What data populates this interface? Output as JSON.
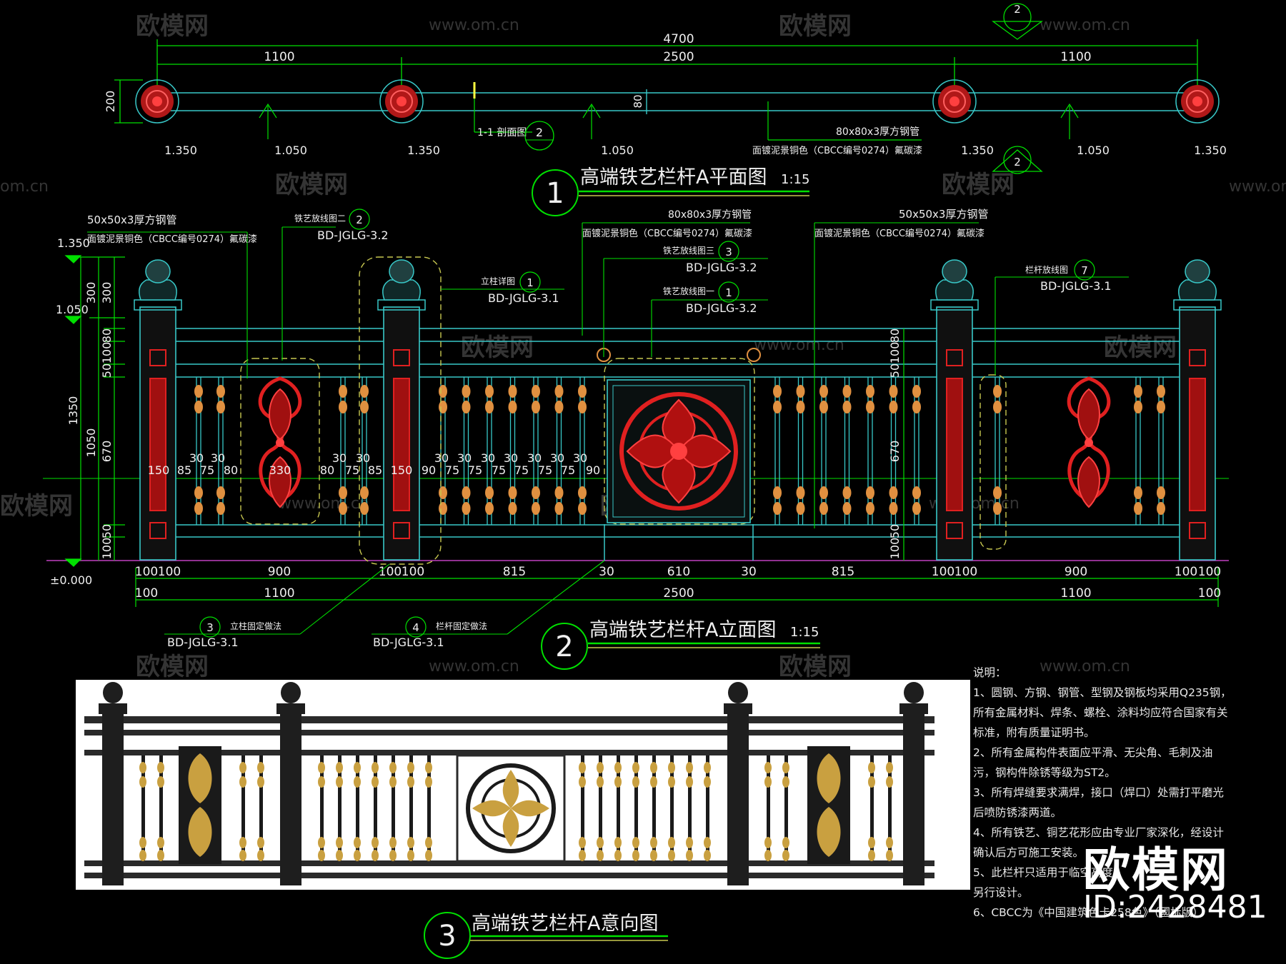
{
  "drawing": {
    "plan": {
      "title": "高端铁艺栏杆A平面图",
      "scale": "1:15",
      "number": "1",
      "dims_total": "4700",
      "dims_parts": [
        "1100",
        "2500",
        "1100"
      ],
      "dim_200": "200",
      "dim_80": "80",
      "section_label": "1-1 剖面图",
      "section_number": "2",
      "tube_label": "80x80x3厚方钢管",
      "paint_label": "面镀泥景铜色（CBCC编号0274）氟碳漆",
      "elevations": [
        "1.350",
        "1.050",
        "1.350",
        "1.050",
        "1.350",
        "1.050",
        "1.350"
      ],
      "marker_top": "2",
      "marker_mid": "2"
    },
    "elevation": {
      "title": "高端铁艺栏杆A立面图",
      "scale": "1:15",
      "number": "2",
      "label_tube50_left": "50x50x3厚方钢管",
      "label_paint_left": "面镀泥景铜色（CBCC编号0274）氟碳漆",
      "label_tube80": "80x80x3厚方钢管",
      "label_paint_mid": "面镀泥景铜色（CBCC编号0274）氟碳漆",
      "label_tube50_right": "50x50x3厚方钢管",
      "label_paint_right": "面镀泥景铜色（CBCC编号0274）氟碳漆",
      "callouts": [
        {
          "text": "铁艺放线图二",
          "num": "2",
          "ref": "BD-JGLG-3.2"
        },
        {
          "text": "立柱详图",
          "num": "1",
          "ref": "BD-JGLG-3.1"
        },
        {
          "text": "铁艺放线图三",
          "num": "3",
          "ref": "BD-JGLG-3.2"
        },
        {
          "text": "铁艺放线图一",
          "num": "1",
          "ref": "BD-JGLG-3.2"
        },
        {
          "text": "栏杆放线图",
          "num": "7",
          "ref": "BD-JGLG-3.1"
        },
        {
          "text": "立柱固定做法",
          "num": "3",
          "ref": "BD-JGLG-3.1"
        },
        {
          "text": "栏杆固定做法",
          "num": "4",
          "ref": "BD-JGLG-3.1"
        }
      ],
      "level_1350": "1.350",
      "level_1050": "1.050",
      "level_0": "±0.000",
      "vdims_left": [
        "1350",
        "1050",
        "300",
        "300",
        "670",
        "80",
        "100",
        "50",
        "100",
        "50"
      ],
      "vdims_right": [
        "100",
        "80",
        "50",
        "670",
        "50",
        "100"
      ],
      "inner_dims_left": [
        "150",
        "85",
        "75",
        "80",
        "30",
        "30",
        "330"
      ],
      "inner_dims_mid": [
        "80",
        "75",
        "85",
        "30",
        "30",
        "150",
        "90",
        "75",
        "75",
        "75",
        "75",
        "75",
        "75",
        "90",
        "30",
        "30",
        "30",
        "30",
        "30",
        "30",
        "30"
      ],
      "bottom_row1": [
        "100",
        "100",
        "900",
        "100",
        "100",
        "815",
        "30",
        "610",
        "30",
        "815",
        "100",
        "100",
        "900",
        "100",
        "100"
      ],
      "bottom_row2": [
        "100",
        "1100",
        "2500",
        "1100",
        "100"
      ]
    },
    "render": {
      "title": "高端铁艺栏杆A意向图",
      "number": "3"
    }
  },
  "notes": {
    "heading": "说明：",
    "items": [
      "1、圆钢、方钢、钢管、型钢及钢板均采用Q235钢，所有金属材料、焊条、螺栓、涂料均应符合国家有关标准，附有质量证明书。",
      "2、所有金属构件表面应平滑、无尖角、毛刺及油污，钢构件除锈等级为ST2。",
      "3、所有焊缝要求满焊，接口（焊口）处需打平磨光后喷防锈漆两道。",
      "4、所有铁艺、铜艺花形应由专业厂家深化，经设计确认后方可施工安装。",
      "5、此栏杆只适用于临空高度",
      "另行设计。",
      "6、CBCC为《中国建筑色卡258色》（國标版）"
    ]
  },
  "watermarks": {
    "brand": "欧模网",
    "url": "www.om.cn",
    "url_short": "om.cn",
    "id": "ID:2428481"
  },
  "colors": {
    "background": "#000000",
    "dim_green": "#00e000",
    "line_cyan": "#38c8c8",
    "ornament_red": "#e02020",
    "baluster_gold": "#e09040",
    "callout_yellow": "#c8c850",
    "ground_magenta": "#c040c0",
    "text_white": "#f0f0f0"
  }
}
